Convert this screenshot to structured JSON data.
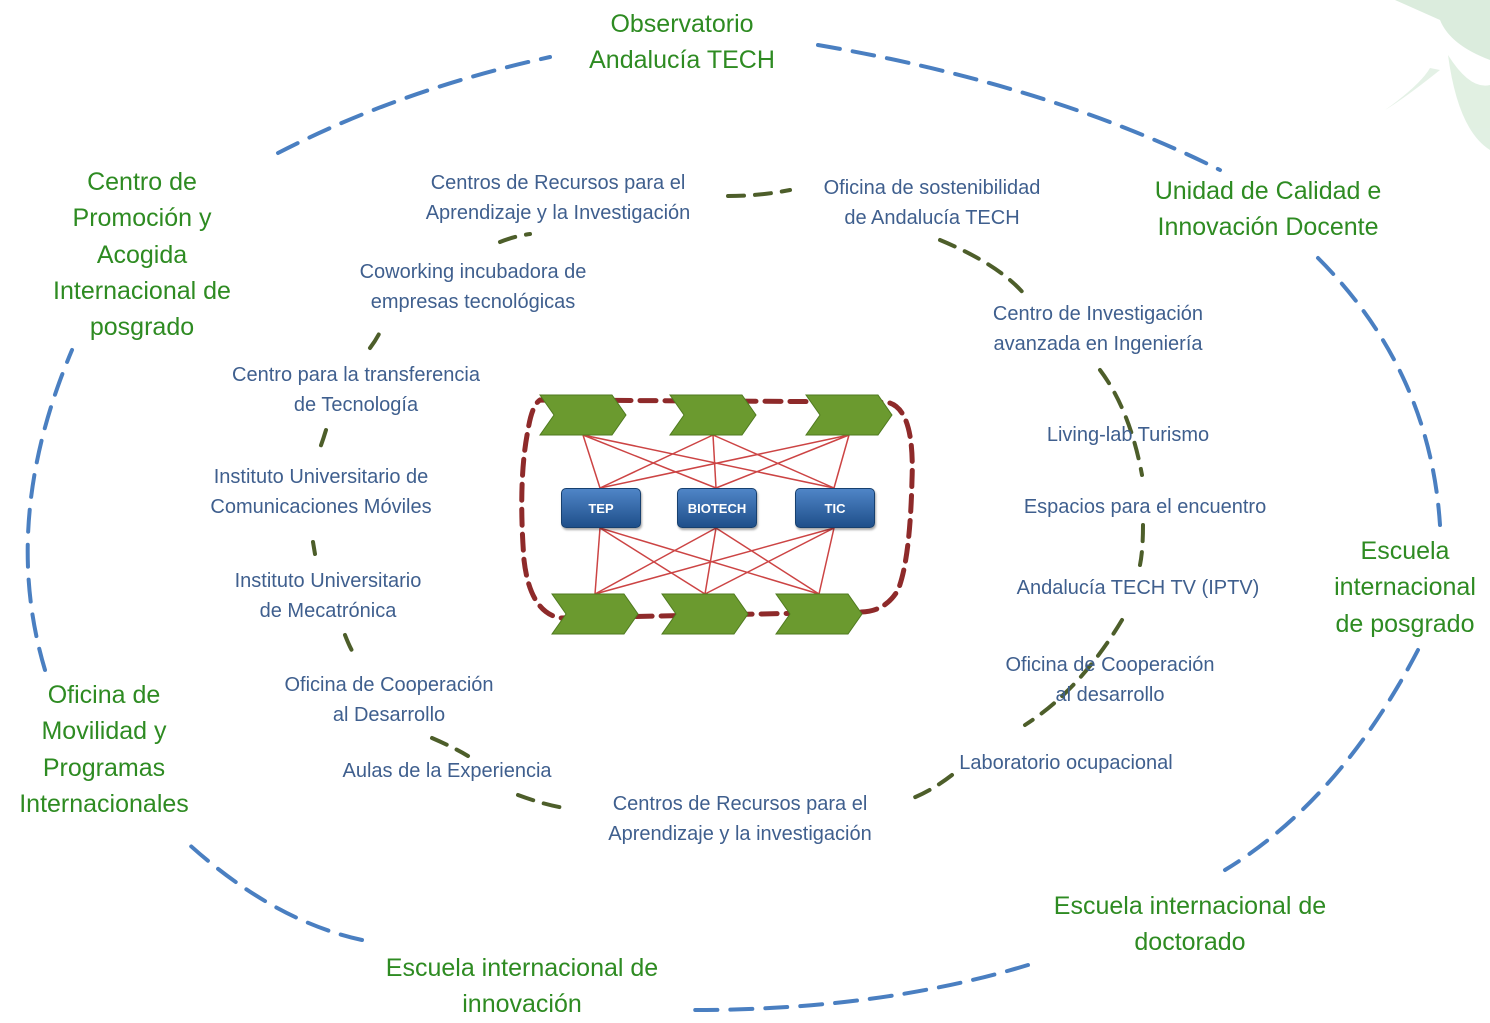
{
  "outer_ring": [
    {
      "id": "observatorio",
      "lines": [
        "Observatorio",
        "Andalucía TECH"
      ]
    },
    {
      "id": "unidad-calidad",
      "lines": [
        "Unidad de Calidad  e",
        "Innovación Docente"
      ]
    },
    {
      "id": "escuela-posgrado",
      "lines": [
        "Escuela",
        "internacional",
        "de posgrado"
      ]
    },
    {
      "id": "escuela-doctorado",
      "lines": [
        "Escuela internacional de",
        "doctorado"
      ]
    },
    {
      "id": "escuela-innovacion",
      "lines": [
        "Escuela internacional de",
        "innovación"
      ]
    },
    {
      "id": "oficina-movilidad",
      "lines": [
        "Oficina de",
        "Movilidad y",
        "Programas",
        "Internacionales"
      ]
    },
    {
      "id": "centro-promocion",
      "lines": [
        "Centro de",
        "Promoción y",
        "Acogida",
        "Internacional de",
        "posgrado"
      ]
    }
  ],
  "inner_ring": [
    {
      "id": "crai-top",
      "lines": [
        "Centros de Recursos para el",
        "Aprendizaje y la Investigación"
      ]
    },
    {
      "id": "sostenibilidad",
      "lines": [
        "Oficina de sostenibilidad",
        "de Andalucía TECH"
      ]
    },
    {
      "id": "coworking",
      "lines": [
        "Coworking incubadora de",
        "empresas tecnológicas"
      ]
    },
    {
      "id": "investigacion-ingenieria",
      "lines": [
        "Centro de Investigación",
        "avanzada en Ingeniería"
      ]
    },
    {
      "id": "transferencia",
      "lines": [
        "Centro para la  transferencia",
        "de Tecnología"
      ]
    },
    {
      "id": "living-lab",
      "lines": [
        "Living-lab Turismo"
      ]
    },
    {
      "id": "comunicaciones-moviles",
      "lines": [
        "Instituto Universitario de",
        "Comunicaciones Móviles"
      ]
    },
    {
      "id": "espacios-encuentro",
      "lines": [
        "Espacios para el encuentro"
      ]
    },
    {
      "id": "mecatronica",
      "lines": [
        "Instituto Universitario",
        "de Mecatrónica"
      ]
    },
    {
      "id": "tech-tv",
      "lines": [
        "Andalucía TECH TV (IPTV)"
      ]
    },
    {
      "id": "cooperacion-left",
      "lines": [
        "Oficina de Cooperación",
        "al Desarrollo"
      ]
    },
    {
      "id": "cooperacion-right",
      "lines": [
        "Oficina de Cooperación",
        "al desarrollo"
      ]
    },
    {
      "id": "aulas-experiencia",
      "lines": [
        "Aulas de la Experiencia"
      ]
    },
    {
      "id": "laboratorio-ocupacional",
      "lines": [
        "Laboratorio ocupacional"
      ]
    },
    {
      "id": "crai-bottom",
      "lines": [
        "Centros de Recursos para el",
        "Aprendizaje y la investigación"
      ]
    }
  ],
  "core": {
    "nodes": [
      "TEP",
      "BIOTECH",
      "TIC"
    ]
  },
  "colors": {
    "outer_text": "#2e8b22",
    "inner_text": "#3f5f8e",
    "outer_ring": "#4a7fc1",
    "inner_ring": "#4d5e2a",
    "core_ring": "#8e2a2a",
    "links": "#cc4444",
    "chevron": "#6b9a2f",
    "node": "#2f65a8"
  }
}
